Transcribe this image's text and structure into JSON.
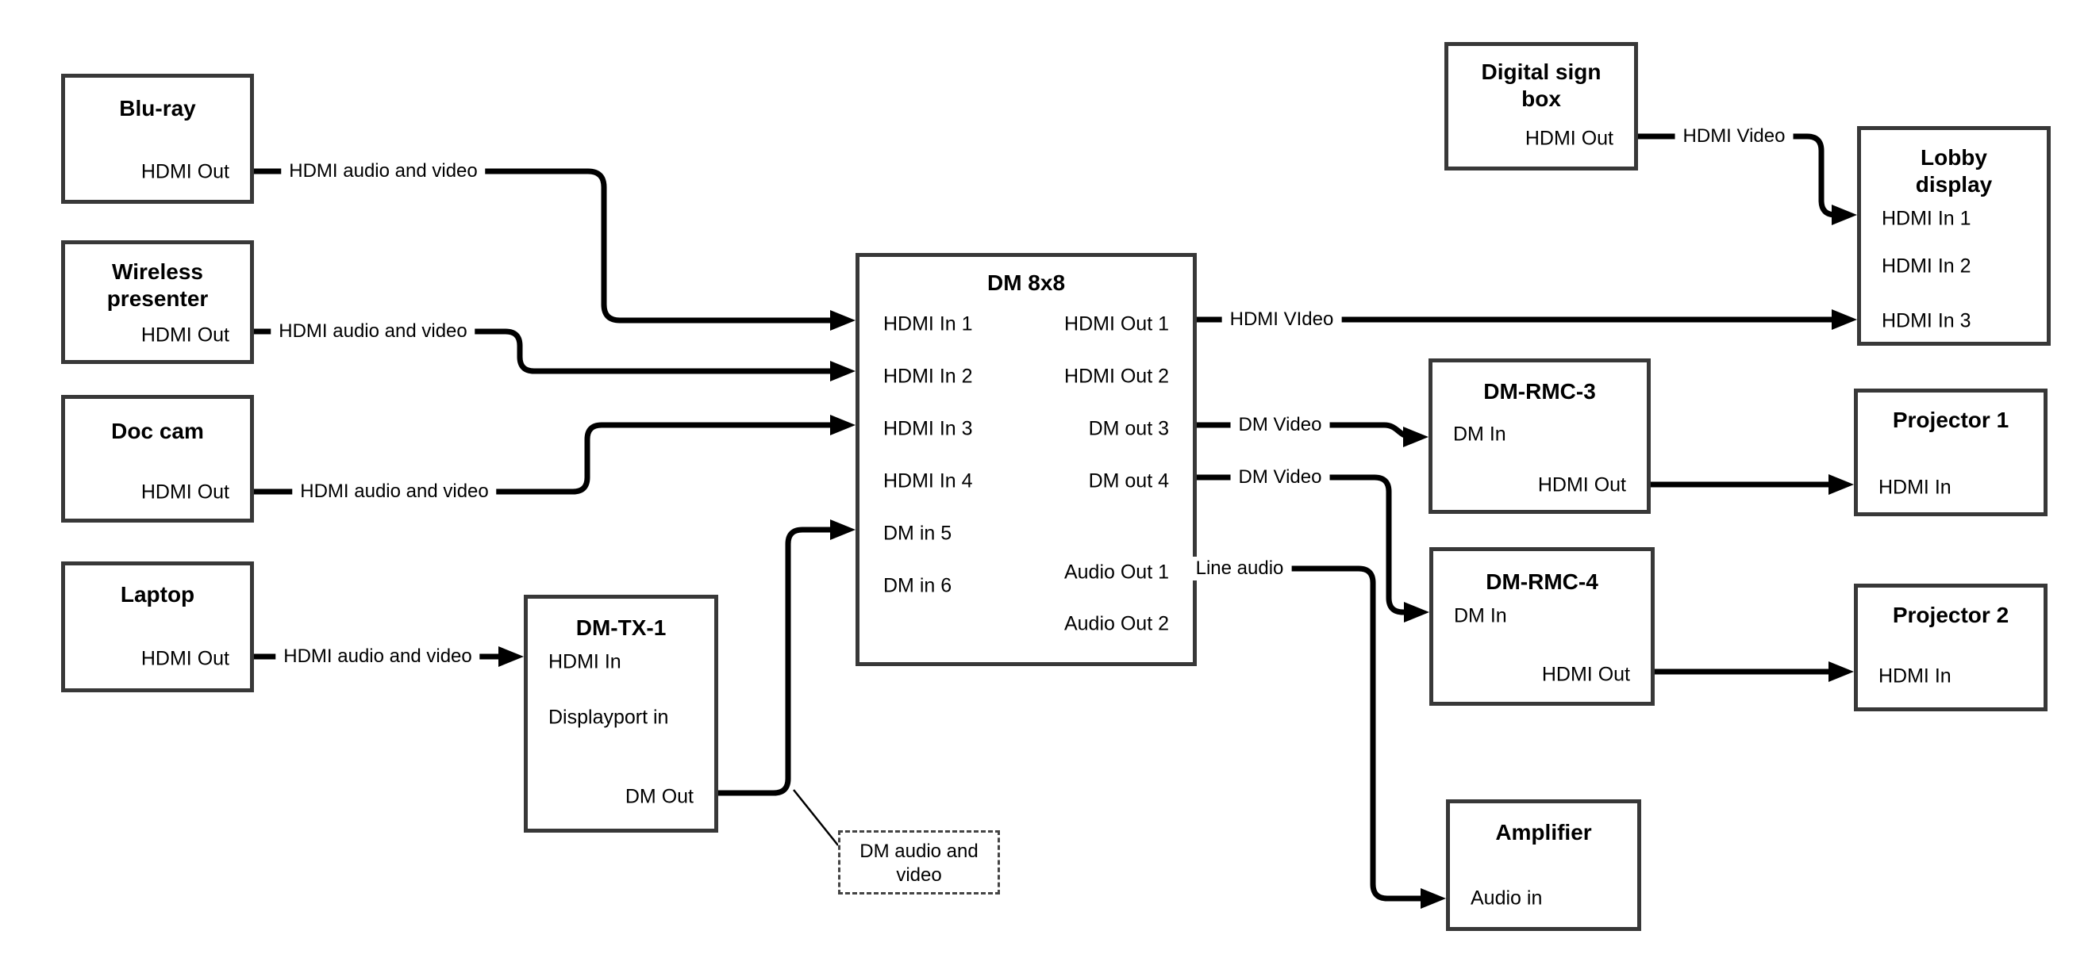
{
  "diagram": {
    "nodes": {
      "bluray": {
        "title": "Blu-ray",
        "port_out": "HDMI Out"
      },
      "wireless": {
        "title": "Wireless presenter",
        "port_out": "HDMI Out"
      },
      "doccam": {
        "title": "Doc cam",
        "port_out": "HDMI Out"
      },
      "laptop": {
        "title": "Laptop",
        "port_out": "HDMI Out"
      },
      "dmtx1": {
        "title": "DM-TX-1",
        "port_hdmi_in": "HDMI In",
        "port_dp_in": "Displayport in",
        "port_dm_out": "DM Out"
      },
      "dm8x8": {
        "title": "DM 8x8",
        "inputs": [
          "HDMI In 1",
          "HDMI In 2",
          "HDMI In 3",
          "HDMI In 4",
          "DM in 5",
          "DM in 6"
        ],
        "outputs": [
          "HDMI Out 1",
          "HDMI Out 2",
          "DM out 3",
          "DM out 4",
          "Audio Out 1",
          "Audio Out 2"
        ]
      },
      "digital_sign": {
        "title": "Digital sign box",
        "port_out": "HDMI Out"
      },
      "lobby": {
        "title": "Lobby display",
        "inputs": [
          "HDMI In 1",
          "HDMI In 2",
          "HDMI In 3"
        ]
      },
      "dmrmc3": {
        "title": "DM-RMC-3",
        "port_dm_in": "DM In",
        "port_hdmi_out": "HDMI Out"
      },
      "projector1": {
        "title": "Projector 1",
        "port_in": "HDMI In"
      },
      "dmrmc4": {
        "title": "DM-RMC-4",
        "port_dm_in": "DM In",
        "port_hdmi_out": "HDMI Out"
      },
      "projector2": {
        "title": "Projector 2",
        "port_in": "HDMI In"
      },
      "amplifier": {
        "title": "Amplifier",
        "port_in": "Audio in"
      }
    },
    "wire_labels": {
      "bluray_to_dm": "HDMI audio and video",
      "wireless_to_dm": "HDMI audio and video",
      "doccam_to_dm": "HDMI audio and video",
      "laptop_to_tx": "HDMI audio and video",
      "dm_hdmi_out1": "HDMI VIdeo",
      "digital_sign_out": "HDMI Video",
      "dm_out3": "DM Video",
      "dm_out4": "DM Video",
      "audio_out1": "Line audio"
    },
    "note": {
      "line1": "DM audio and",
      "line2": "video"
    },
    "colors": {
      "background": "#ffffff",
      "box_border": "#383838",
      "wire": "#000000",
      "text": "#000000"
    }
  }
}
